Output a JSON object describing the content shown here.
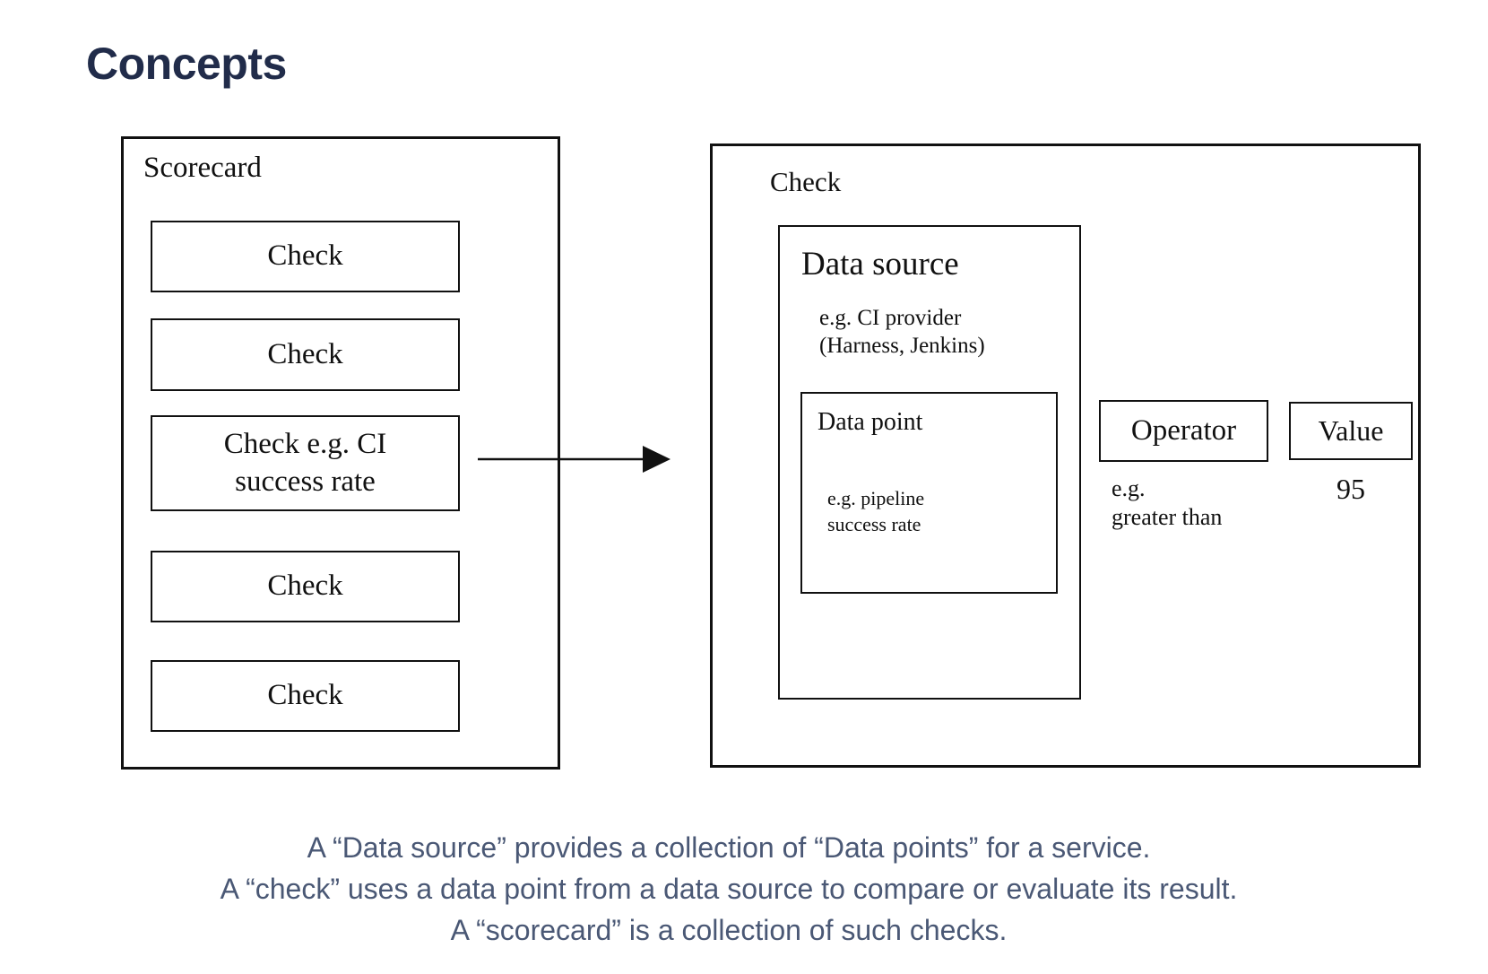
{
  "colors": {
    "title": "#212C4A",
    "caption_text": "#4A5875",
    "diagram_ink": "#111111",
    "background": "#FFFFFF"
  },
  "page": {
    "title": "Concepts"
  },
  "scorecard": {
    "label": "Scorecard",
    "checks": [
      "Check",
      "Check",
      "Check e.g. CI\nsuccess rate",
      "Check",
      "Check"
    ]
  },
  "check": {
    "label": "Check",
    "data_source": {
      "label": "Data source",
      "example": "e.g. CI provider\n(Harness, Jenkins)",
      "data_point": {
        "label": "Data point",
        "example": "e.g. pipeline\nsuccess rate"
      }
    },
    "operator": {
      "label": "Operator",
      "example": "e.g.\ngreater than"
    },
    "value": {
      "label": "Value",
      "example": "95"
    }
  },
  "captions": [
    "A “Data source” provides a collection of “Data points” for a service.",
    "A “check” uses a data point from a data source to compare or evaluate its result.",
    "A “scorecard” is a collection of such checks."
  ]
}
